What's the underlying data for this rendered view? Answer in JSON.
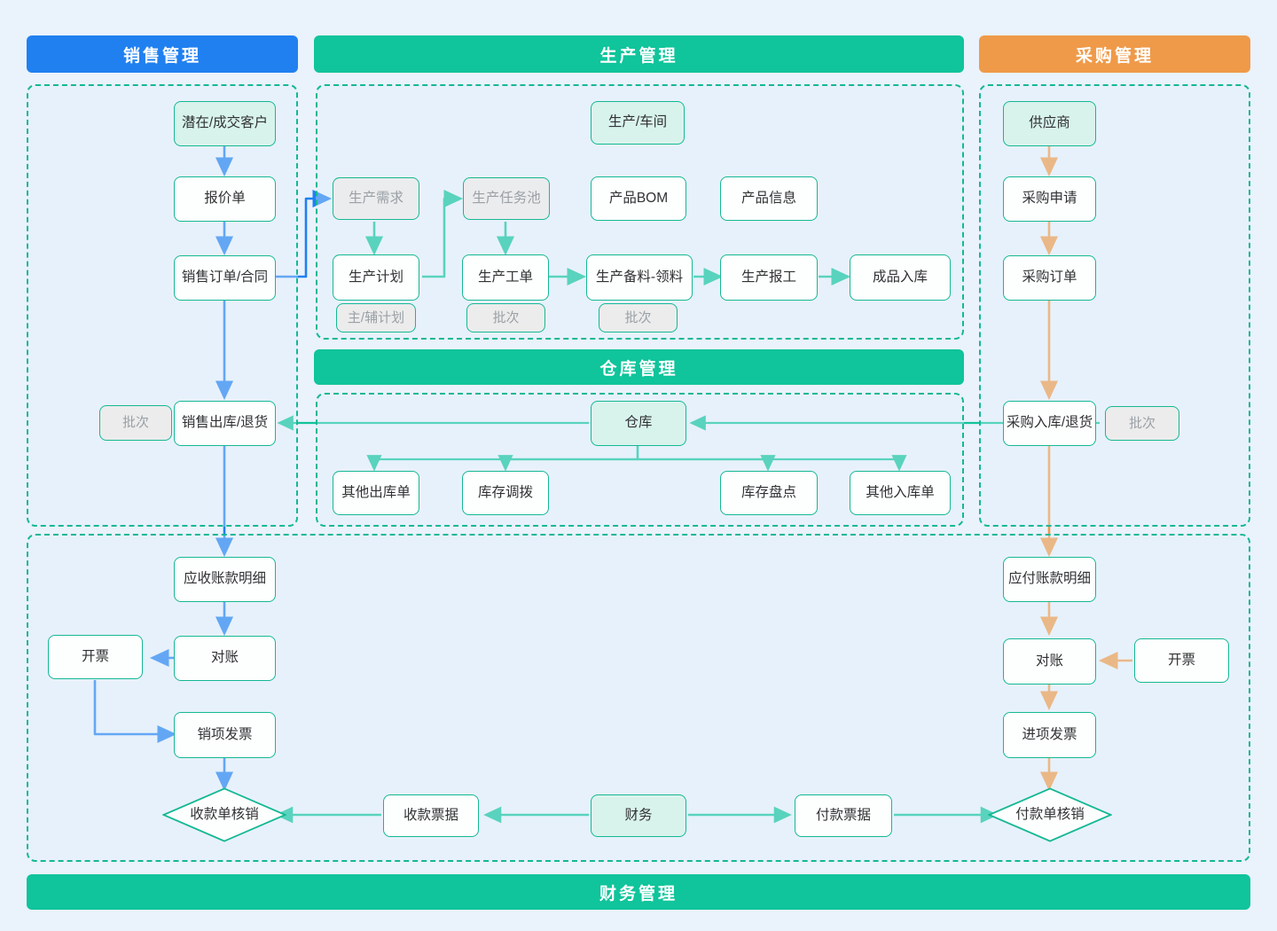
{
  "colors": {
    "sales": "#2080f0",
    "production": "#10c49b",
    "purchase": "#ef9a49",
    "warehouse": "#10c49b",
    "finance": "#10c49b",
    "box_border": "#14b894",
    "entity_fill": "#d8f3ec",
    "muted_fill": "#ebeced",
    "muted_text": "#9aa0a6",
    "background": "#eaf2fb"
  },
  "banners": {
    "sales": "销售管理",
    "production": "生产管理",
    "purchase": "采购管理",
    "warehouse": "仓库管理",
    "finance": "财务管理"
  },
  "sales": {
    "customer": "潜在/成交客户",
    "quotation": "报价单",
    "order": "销售订单/合同",
    "outbound": "销售出库/退货",
    "outbound_tag": "批次"
  },
  "production": {
    "workshop": "生产/车间",
    "demand": "生产需求",
    "task_pool": "生产任务池",
    "bom": "产品BOM",
    "product_info": "产品信息",
    "plan": "生产计划",
    "plan_tag": "主/辅计划",
    "work_order": "生产工单",
    "work_order_tag": "批次",
    "prepare": "生产备料-领料",
    "prepare_tag": "批次",
    "report": "生产报工",
    "finished_in": "成品入库"
  },
  "warehouse": {
    "hub": "仓库",
    "other_out": "其他出库单",
    "transfer": "库存调拨",
    "stocktake": "库存盘点",
    "other_in": "其他入库单"
  },
  "purchase": {
    "supplier": "供应商",
    "requisition": "采购申请",
    "order": "采购订单",
    "inbound": "采购入库/退货",
    "inbound_tag": "批次"
  },
  "finance": {
    "receivable_detail": "应收账款明细",
    "receivable_reconcile": "对账",
    "receivable_invoice_btn": "开票",
    "output_invoice": "销项发票",
    "receipt_writeoff": "收款单核销",
    "receipt_voucher": "收款票据",
    "hub": "财务",
    "payment_voucher": "付款票据",
    "payment_writeoff": "付款单核销",
    "payable_detail": "应付账款明细",
    "payable_reconcile": "对账",
    "payable_invoice_btn": "开票",
    "input_invoice": "进项发票"
  }
}
